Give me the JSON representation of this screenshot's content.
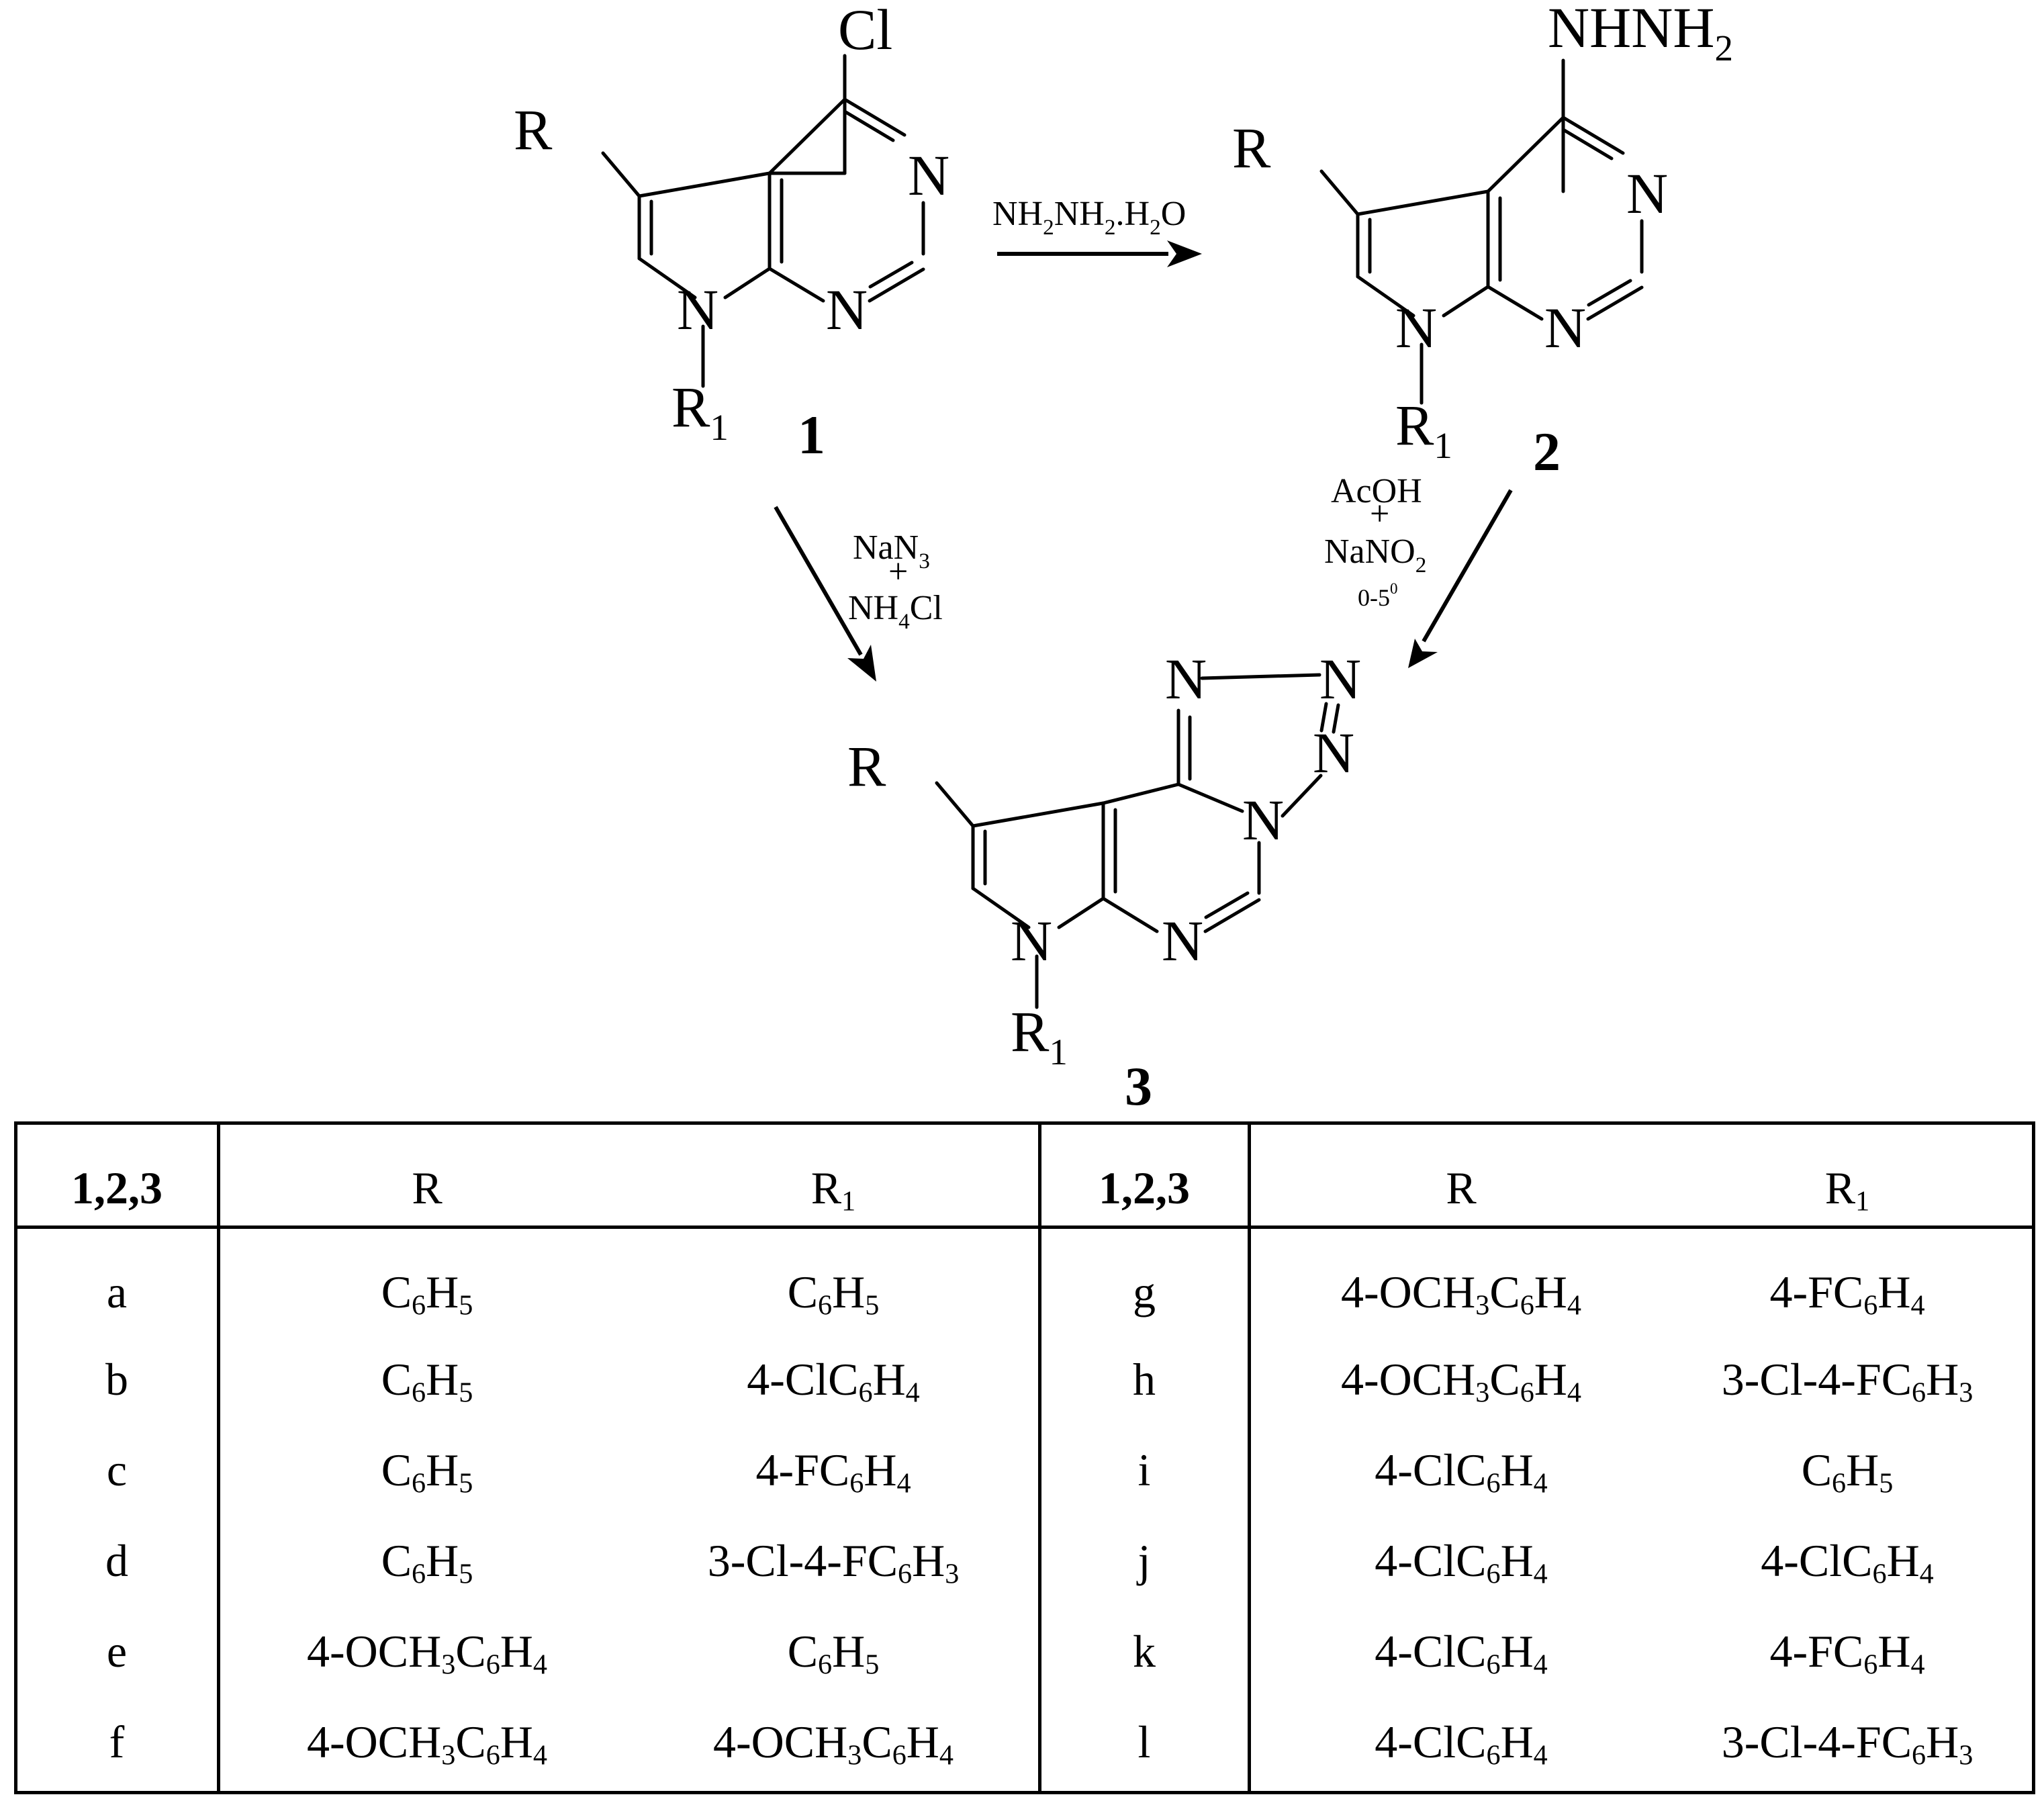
{
  "scheme": {
    "compound_labels": {
      "c1": "1",
      "c2": "2",
      "c3": "3"
    },
    "atoms": {
      "cl": "Cl",
      "n": "N",
      "r": "R",
      "r1_main": "R",
      "r1_sub": "1",
      "nhnh2_main": "NHNH",
      "nhnh2_sub": "2"
    },
    "reagents": {
      "step1": {
        "parts": [
          "NH",
          "2",
          "NH",
          "2",
          ".H",
          "2",
          "O"
        ]
      },
      "step2": {
        "line1_main": "NaN",
        "line1_sub": "3",
        "plus": "+",
        "line2_a": "NH",
        "line2_sub": "4",
        "line2_b": "Cl"
      },
      "step3": {
        "line1": "AcOH",
        "plus": "+",
        "line2_main": "NaNO",
        "line2_sub": "2",
        "line3_main": "0-5",
        "line3_sup": "0"
      }
    }
  },
  "table": {
    "headers": [
      {
        "text": "1,2,3",
        "bold": true
      },
      {
        "text": "R"
      },
      {
        "text": "R",
        "sub": "1"
      },
      {
        "text": "1,2,3",
        "bold": true
      },
      {
        "text": "R"
      },
      {
        "text": "R",
        "sub": "1"
      }
    ],
    "rows": [
      [
        "a",
        "C<sub>6</sub>H<sub>5</sub>",
        "C<sub>6</sub>H<sub>5</sub>",
        "g",
        "4-OCH<sub>3</sub>C<sub>6</sub>H<sub>4</sub>",
        "4-FC<sub>6</sub>H<sub>4</sub>"
      ],
      [
        "b",
        "C<sub>6</sub>H<sub>5</sub>",
        "4-ClC<sub>6</sub>H<sub>4</sub>",
        "h",
        "4-OCH<sub>3</sub>C<sub>6</sub>H<sub>4</sub>",
        "3-Cl-4-FC<sub>6</sub>H<sub>3</sub>"
      ],
      [
        "c",
        "C<sub>6</sub>H<sub>5</sub>",
        "4-FC<sub>6</sub>H<sub>4</sub>",
        "i",
        "4-ClC<sub>6</sub>H<sub>4</sub>",
        "C<sub>6</sub>H<sub>5</sub>"
      ],
      [
        "d",
        "C<sub>6</sub>H<sub>5</sub>",
        "3-Cl-4-FC<sub>6</sub>H<sub>3</sub>",
        "j",
        "4-ClC<sub>6</sub>H<sub>4</sub>",
        "4-ClC<sub>6</sub>H<sub>4</sub>"
      ],
      [
        "e",
        "4-OCH<sub>3</sub>C<sub>6</sub>H<sub>4</sub>",
        "C<sub>6</sub>H<sub>5</sub>",
        "k",
        "4-ClC<sub>6</sub>H<sub>4</sub>",
        "4-FC<sub>6</sub>H<sub>4</sub>"
      ],
      [
        "f",
        "4-OCH<sub>3</sub>C<sub>6</sub>H<sub>4</sub>",
        "4-OCH<sub>3</sub>C<sub>6</sub>H<sub>4</sub>",
        "l",
        "4-ClC<sub>6</sub>H<sub>4</sub>",
        "3-Cl-4-FC<sub>6</sub>H<sub>3</sub>"
      ]
    ]
  }
}
